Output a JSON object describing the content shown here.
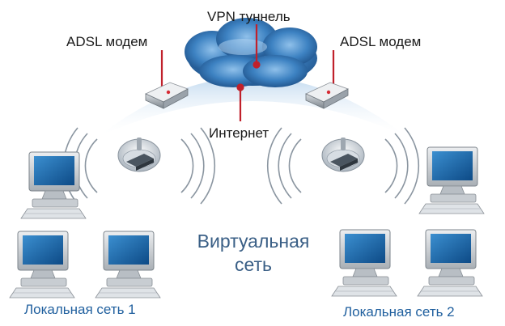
{
  "labels": {
    "vpn_tunnel": "VPN туннель",
    "modem_left": "ADSL модем",
    "modem_right": "ADSL модем",
    "internet": "Интернет",
    "virtual_net_line1": "Виртуальная",
    "virtual_net_line2": "сеть",
    "lan_left": "Локальная сеть 1",
    "lan_right": "Локальная сеть 2"
  },
  "colors": {
    "cloud": "#2f74b5",
    "pointer_line": "#c0212b",
    "label_blue": "#1f5f9e",
    "virtual_net_text": "#3a5f86",
    "wave": "#8a95a0"
  },
  "icons": {
    "cloud": "cloud-icon",
    "modem": "adsl-modem-icon",
    "access_point": "wireless-access-point-icon",
    "computer": "desktop-computer-icon"
  }
}
